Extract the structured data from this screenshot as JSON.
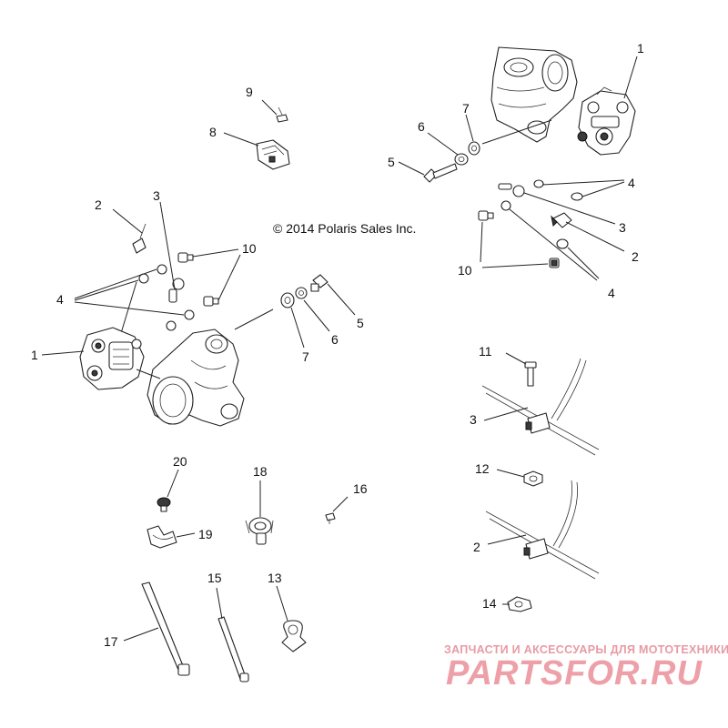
{
  "copyright": "© 2014 Polaris Sales Inc.",
  "watermark": {
    "tagline": "ЗАПЧАСТИ И АКСЕССУАРЫ ДЛЯ МОТОТЕХНИКИ",
    "logo_text": "PARTSFOR.RU"
  },
  "callouts": {
    "r1": "1",
    "r7": "7",
    "r6": "6",
    "r5": "5",
    "r4a": "4",
    "r3": "3",
    "r2": "2",
    "r10": "10",
    "r4b": "4",
    "c9": "9",
    "c8": "8",
    "l2": "2",
    "l3": "3",
    "l10": "10",
    "l4": "4",
    "l1": "1",
    "m7": "7",
    "m6": "6",
    "m5": "5",
    "p11": "11",
    "p3": "3",
    "p12": "12",
    "p2": "2",
    "p14": "14",
    "p20": "20",
    "p19": "19",
    "p18": "18",
    "p16": "16",
    "p17": "17",
    "p15": "15",
    "p13": "13"
  },
  "colors": {
    "line": "#222222",
    "background": "#ffffff",
    "watermark": "#e89aa3"
  }
}
